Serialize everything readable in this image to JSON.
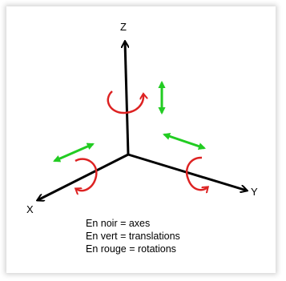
{
  "axes": {
    "z_label": "Z",
    "x_label": "X",
    "y_label": "Y"
  },
  "legend": {
    "line1": "En noir = axes",
    "line2": "En vert = translations",
    "line3": "En rouge = rotations"
  },
  "colors": {
    "axes": "#000000",
    "translations": "#22cc22",
    "rotations": "#dd2222"
  }
}
